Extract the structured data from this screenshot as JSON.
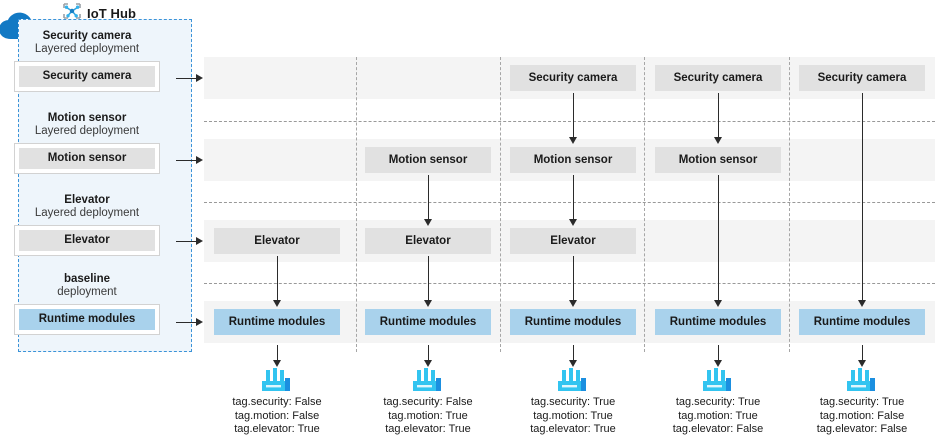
{
  "hub": {
    "title": "IoT Hub",
    "icon": "iot-hub-network-icon",
    "cloud_icon": "cloud-icon",
    "panel_border_color": "#3b93d8",
    "panel_fill_color": "#eef5fb",
    "groups": [
      {
        "title": "Security camera",
        "subtitle": "Layered deployment",
        "module": "Security camera",
        "highlight": false
      },
      {
        "title": "Motion sensor",
        "subtitle": "Layered deployment",
        "module": "Motion sensor",
        "highlight": false
      },
      {
        "title": "Elevator",
        "subtitle": "Layered deployment",
        "module": "Elevator",
        "highlight": false
      },
      {
        "title": "baseline",
        "subtitle": "deployment",
        "module": "Runtime modules",
        "highlight": true
      }
    ]
  },
  "grid": {
    "row_labels": [
      "Security camera",
      "Motion sensor",
      "Elevator",
      "Runtime modules"
    ],
    "row_band_color": "#f4f4f4",
    "module_box_color": "#e1e1e1",
    "runtime_box_color": "#a9d2ec",
    "columns": [
      {
        "index": 1,
        "cells": [
          null,
          null,
          "Elevator",
          "Runtime modules"
        ],
        "factory_icon": "factory-icon",
        "tags": [
          "tag.security: False",
          "tag.motion: False",
          "tag.elevator: True"
        ]
      },
      {
        "index": 2,
        "cells": [
          null,
          "Motion sensor",
          "Elevator",
          "Runtime modules"
        ],
        "factory_icon": "factory-icon",
        "tags": [
          "tag.security: False",
          "tag.motion: True",
          "tag.elevator: True"
        ]
      },
      {
        "index": 3,
        "cells": [
          "Security camera",
          "Motion sensor",
          "Elevator",
          "Runtime modules"
        ],
        "factory_icon": "factory-icon",
        "tags": [
          "tag.security: True",
          "tag.motion: True",
          "tag.elevator: True"
        ]
      },
      {
        "index": 4,
        "cells": [
          "Security camera",
          "Motion sensor",
          null,
          "Runtime modules"
        ],
        "factory_icon": "factory-icon",
        "tags": [
          "tag.security: True",
          "tag.motion: True",
          "tag.elevator: False"
        ]
      },
      {
        "index": 5,
        "cells": [
          "Security camera",
          null,
          null,
          "Runtime modules"
        ],
        "factory_icon": "factory-icon",
        "tags": [
          "tag.security: True",
          "tag.motion: False",
          "tag.elevator: False"
        ]
      }
    ]
  },
  "colors": {
    "accent_blue": "#0f82c8",
    "cyan": "#32c4f0",
    "dashed_border": "#3b93d8",
    "arrow": "#2b2b2b"
  }
}
